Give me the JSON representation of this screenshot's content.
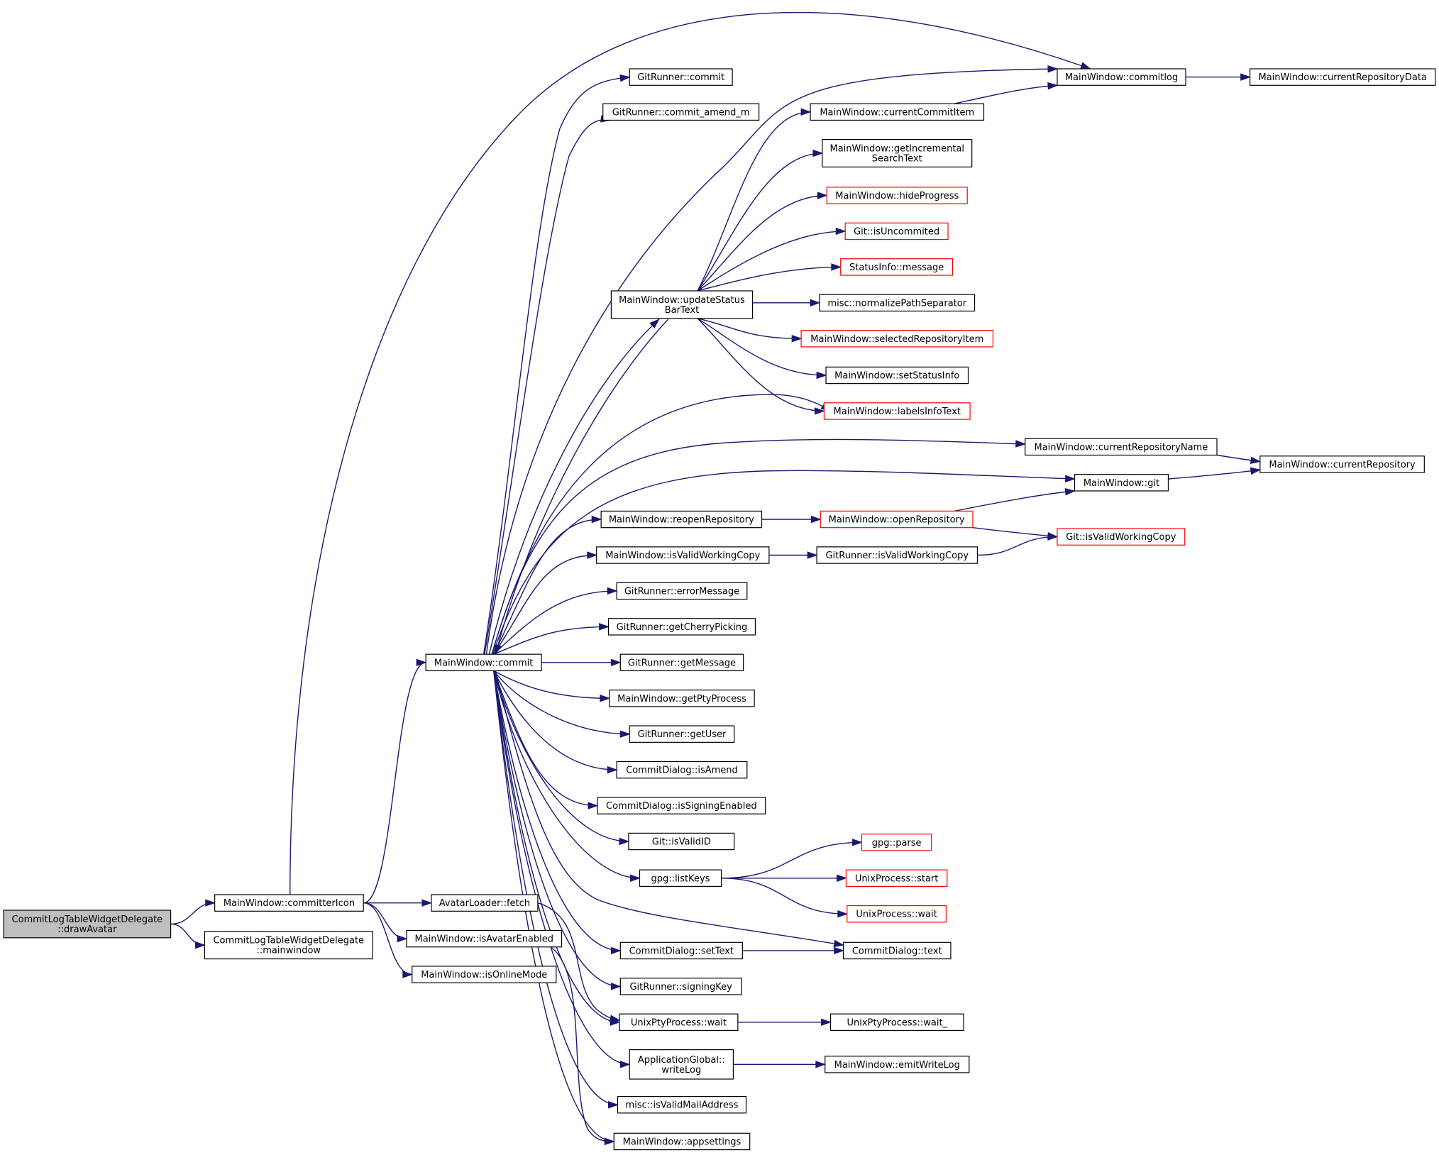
{
  "nodes": [
    {
      "id": "root",
      "lines": [
        "CommitLogTableWidgetDelegate",
        "::drawAvatar"
      ],
      "style": "root"
    },
    {
      "id": "committerIcon",
      "lines": [
        "MainWindow::committerIcon"
      ],
      "style": "normal"
    },
    {
      "id": "cltwd_mainwindow",
      "lines": [
        "CommitLogTableWidgetDelegate",
        "::mainwindow"
      ],
      "style": "normal"
    },
    {
      "id": "mw_commit",
      "lines": [
        "MainWindow::commit"
      ],
      "style": "normal"
    },
    {
      "id": "avatar_fetch",
      "lines": [
        "AvatarLoader::fetch"
      ],
      "style": "normal"
    },
    {
      "id": "isAvatarEnabled",
      "lines": [
        "MainWindow::isAvatarEnabled"
      ],
      "style": "normal"
    },
    {
      "id": "isOnlineMode",
      "lines": [
        "MainWindow::isOnlineMode"
      ],
      "style": "normal"
    },
    {
      "id": "gr_commit",
      "lines": [
        "GitRunner::commit"
      ],
      "style": "normal"
    },
    {
      "id": "gr_commit_amend",
      "lines": [
        "GitRunner::commit_amend_m"
      ],
      "style": "normal"
    },
    {
      "id": "updateStatus",
      "lines": [
        "MainWindow::updateStatus",
        "BarText"
      ],
      "style": "normal"
    },
    {
      "id": "reopenRepo",
      "lines": [
        "MainWindow::reopenRepository"
      ],
      "style": "normal"
    },
    {
      "id": "mw_isValidWC",
      "lines": [
        "MainWindow::isValidWorkingCopy"
      ],
      "style": "normal"
    },
    {
      "id": "errorMessage",
      "lines": [
        "GitRunner::errorMessage"
      ],
      "style": "normal"
    },
    {
      "id": "getCherry",
      "lines": [
        "GitRunner::getCherryPicking"
      ],
      "style": "normal"
    },
    {
      "id": "getMessage",
      "lines": [
        "GitRunner::getMessage"
      ],
      "style": "normal"
    },
    {
      "id": "getPty",
      "lines": [
        "MainWindow::getPtyProcess"
      ],
      "style": "normal"
    },
    {
      "id": "getUser",
      "lines": [
        "GitRunner::getUser"
      ],
      "style": "normal"
    },
    {
      "id": "isAmend",
      "lines": [
        "CommitDialog::isAmend"
      ],
      "style": "normal"
    },
    {
      "id": "isSigning",
      "lines": [
        "CommitDialog::isSigningEnabled"
      ],
      "style": "normal"
    },
    {
      "id": "isValidID",
      "lines": [
        "Git::isValidID"
      ],
      "style": "normal"
    },
    {
      "id": "listKeys",
      "lines": [
        "gpg::listKeys"
      ],
      "style": "normal"
    },
    {
      "id": "setText",
      "lines": [
        "CommitDialog::setText"
      ],
      "style": "normal"
    },
    {
      "id": "signingKey",
      "lines": [
        "GitRunner::signingKey"
      ],
      "style": "normal"
    },
    {
      "id": "uptyWait",
      "lines": [
        "UnixPtyProcess::wait"
      ],
      "style": "normal"
    },
    {
      "id": "writeLog",
      "lines": [
        "ApplicationGlobal::",
        "writeLog"
      ],
      "style": "normal"
    },
    {
      "id": "isValidMail",
      "lines": [
        "misc::isValidMailAddress"
      ],
      "style": "normal"
    },
    {
      "id": "appsettings",
      "lines": [
        "MainWindow::appsettings"
      ],
      "style": "normal"
    },
    {
      "id": "commitlog",
      "lines": [
        "MainWindow::commitlog"
      ],
      "style": "normal"
    },
    {
      "id": "curCommitItem",
      "lines": [
        "MainWindow::currentCommitItem"
      ],
      "style": "normal"
    },
    {
      "id": "getIncSearch",
      "lines": [
        "MainWindow::getIncremental",
        "SearchText"
      ],
      "style": "normal"
    },
    {
      "id": "hideProgress",
      "lines": [
        "MainWindow::hideProgress"
      ],
      "style": "red"
    },
    {
      "id": "isUncommited",
      "lines": [
        "Git::isUncommited"
      ],
      "style": "red"
    },
    {
      "id": "statusMessage",
      "lines": [
        "StatusInfo::message"
      ],
      "style": "red"
    },
    {
      "id": "normalizePath",
      "lines": [
        "misc::normalizePathSeparator"
      ],
      "style": "normal"
    },
    {
      "id": "selectedRepoItem",
      "lines": [
        "MainWindow::selectedRepositoryItem"
      ],
      "style": "red"
    },
    {
      "id": "setStatusInfo",
      "lines": [
        "MainWindow::setStatusInfo"
      ],
      "style": "normal"
    },
    {
      "id": "labelsInfo",
      "lines": [
        "MainWindow::labelsInfoText"
      ],
      "style": "red"
    },
    {
      "id": "curRepoName",
      "lines": [
        "MainWindow::currentRepositoryName"
      ],
      "style": "normal"
    },
    {
      "id": "mw_git",
      "lines": [
        "MainWindow::git"
      ],
      "style": "normal"
    },
    {
      "id": "openRepo",
      "lines": [
        "MainWindow::openRepository"
      ],
      "style": "red"
    },
    {
      "id": "gr_isValidWC",
      "lines": [
        "GitRunner::isValidWorkingCopy"
      ],
      "style": "normal"
    },
    {
      "id": "gpgParse",
      "lines": [
        "gpg::parse"
      ],
      "style": "red"
    },
    {
      "id": "upStart",
      "lines": [
        "UnixProcess::start"
      ],
      "style": "red"
    },
    {
      "id": "upWait",
      "lines": [
        "UnixProcess::wait"
      ],
      "style": "red"
    },
    {
      "id": "cdText",
      "lines": [
        "CommitDialog::text"
      ],
      "style": "normal"
    },
    {
      "id": "uptyWait_",
      "lines": [
        "UnixPtyProcess::wait_"
      ],
      "style": "normal"
    },
    {
      "id": "emitWriteLog",
      "lines": [
        "MainWindow::emitWriteLog"
      ],
      "style": "normal"
    },
    {
      "id": "curRepoData",
      "lines": [
        "MainWindow::currentRepositoryData"
      ],
      "style": "normal"
    },
    {
      "id": "curRepo",
      "lines": [
        "MainWindow::currentRepository"
      ],
      "style": "normal"
    },
    {
      "id": "git_isValidWC",
      "lines": [
        "Git::isValidWorkingCopy"
      ],
      "style": "red"
    }
  ],
  "edges": [
    [
      "root",
      "committerIcon"
    ],
    [
      "root",
      "cltwd_mainwindow"
    ],
    [
      "committerIcon",
      "mw_commit"
    ],
    [
      "committerIcon",
      "avatar_fetch"
    ],
    [
      "committerIcon",
      "isAvatarEnabled"
    ],
    [
      "committerIcon",
      "isOnlineMode"
    ],
    [
      "committerIcon",
      "commitlog"
    ],
    [
      "mw_commit",
      "gr_commit"
    ],
    [
      "mw_commit",
      "gr_commit_amend"
    ],
    [
      "mw_commit",
      "updateStatus"
    ],
    [
      "mw_commit",
      "commitlog"
    ],
    [
      "mw_commit",
      "labelsInfo"
    ],
    [
      "mw_commit",
      "curRepoName"
    ],
    [
      "mw_commit",
      "mw_git"
    ],
    [
      "mw_commit",
      "reopenRepo"
    ],
    [
      "mw_commit",
      "mw_isValidWC"
    ],
    [
      "mw_commit",
      "errorMessage"
    ],
    [
      "mw_commit",
      "getCherry"
    ],
    [
      "mw_commit",
      "getMessage"
    ],
    [
      "mw_commit",
      "getPty"
    ],
    [
      "mw_commit",
      "getUser"
    ],
    [
      "mw_commit",
      "isAmend"
    ],
    [
      "mw_commit",
      "isSigning"
    ],
    [
      "mw_commit",
      "isValidID"
    ],
    [
      "mw_commit",
      "listKeys"
    ],
    [
      "mw_commit",
      "cdText"
    ],
    [
      "mw_commit",
      "setText"
    ],
    [
      "mw_commit",
      "signingKey"
    ],
    [
      "mw_commit",
      "uptyWait"
    ],
    [
      "mw_commit",
      "writeLog"
    ],
    [
      "mw_commit",
      "isValidMail"
    ],
    [
      "mw_commit",
      "appsettings"
    ],
    [
      "avatar_fetch",
      "uptyWait"
    ],
    [
      "isAvatarEnabled",
      "appsettings"
    ],
    [
      "updateStatus",
      "curCommitItem"
    ],
    [
      "updateStatus",
      "getIncSearch"
    ],
    [
      "updateStatus",
      "hideProgress"
    ],
    [
      "updateStatus",
      "isUncommited"
    ],
    [
      "updateStatus",
      "statusMessage"
    ],
    [
      "updateStatus",
      "normalizePath"
    ],
    [
      "updateStatus",
      "selectedRepoItem"
    ],
    [
      "updateStatus",
      "setStatusInfo"
    ],
    [
      "updateStatus",
      "labelsInfo"
    ],
    [
      "updateStatus",
      "mw_commit"
    ],
    [
      "curCommitItem",
      "commitlog"
    ],
    [
      "commitlog",
      "curRepoData"
    ],
    [
      "curRepoName",
      "curRepo"
    ],
    [
      "mw_git",
      "curRepo"
    ],
    [
      "reopenRepo",
      "openRepo"
    ],
    [
      "openRepo",
      "mw_git"
    ],
    [
      "openRepo",
      "git_isValidWC"
    ],
    [
      "mw_isValidWC",
      "gr_isValidWC"
    ],
    [
      "gr_isValidWC",
      "git_isValidWC"
    ],
    [
      "listKeys",
      "gpgParse"
    ],
    [
      "listKeys",
      "upStart"
    ],
    [
      "listKeys",
      "upWait"
    ],
    [
      "setText",
      "cdText"
    ],
    [
      "uptyWait",
      "uptyWait_"
    ],
    [
      "writeLog",
      "emitWriteLog"
    ]
  ]
}
